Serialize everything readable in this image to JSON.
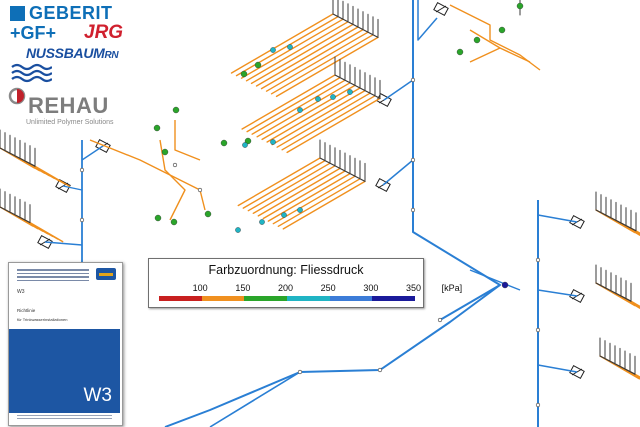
{
  "logos": {
    "geberit": "GEBERIT",
    "gf": "+GF+",
    "jrg": "JRG",
    "nussbaum": "NUSSBAUM",
    "nussbaum_suffix": "RN",
    "rehau": "REHAU",
    "rehau_tagline": "Unlimited Polymer Solutions"
  },
  "legend": {
    "title": "Farbzuordnung:  Fliessdruck",
    "unit": "[kPa]",
    "ticks": [
      "100",
      "150",
      "200",
      "250",
      "300",
      "350"
    ],
    "colors": [
      "#c8201f",
      "#f09020",
      "#2aa52a",
      "#20b4c4",
      "#3c7cd8",
      "#1a1a9a"
    ]
  },
  "booklet": {
    "code": "W3",
    "heading": "Richtlinie",
    "subheading": "für Trinkwasserinstallationen"
  },
  "pipe_colors": {
    "main_supply": "#2a7fd4",
    "distribution": "#f0901e",
    "grid_line": "#3a3a3a"
  }
}
